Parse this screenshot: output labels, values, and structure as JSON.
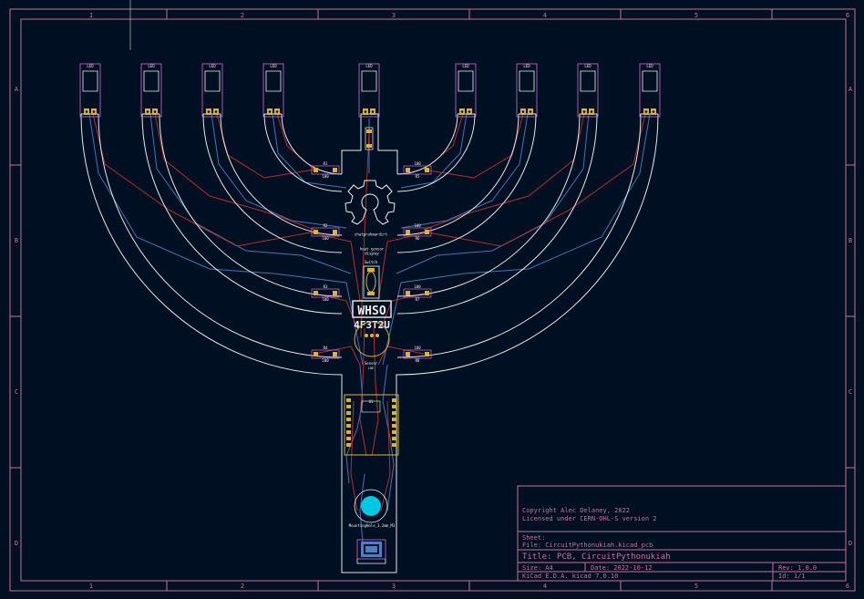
{
  "colors": {
    "background": "#001023",
    "frame": "#c9739a",
    "edge_cuts": "#e8e8e8",
    "front_copper": "#c0302b",
    "back_copper": "#4d7fc4",
    "pad": "#d7b23f",
    "silkscreen": "#f0f0f0",
    "courtyard": "#d46cd0",
    "drill_highlight": "#00c8e0"
  },
  "frame": {
    "columns_top": [
      "1",
      "2",
      "3",
      "4",
      "5",
      "6"
    ],
    "columns_bottom": [
      "1",
      "2",
      "3",
      "4",
      "5",
      "6"
    ],
    "rows_left": [
      "A",
      "B",
      "C",
      "D"
    ],
    "rows_right": [
      "A",
      "B",
      "C",
      "D"
    ]
  },
  "board": {
    "led_label": "LED",
    "center_led_label": "LED",
    "resistor_labels": [
      "R1",
      "R2",
      "R3",
      "R4",
      "R5",
      "R6",
      "R7",
      "R8"
    ],
    "resistor_values": [
      "100",
      "100",
      "100",
      "100",
      "100",
      "100",
      "100",
      "100"
    ],
    "logo_text": "WHSO",
    "logo_subtext": "4F3T2U",
    "mount_label": "MountingHole_3.2mm_M3",
    "switch_label": "Switch",
    "mcu_label": "U1"
  },
  "title_block": {
    "copyright": "Copyright Alec Delaney, 2022",
    "license": "Licensed under CERN-OHL-S version 2",
    "sheet_label": "Sheet:",
    "file": "File: CircuitPythonukiah.kicad_pcb",
    "title": "Title: PCB, CircuitPythonukiah",
    "size": "Size: A4",
    "date": "Date: 2022-10-12",
    "rev": "Rev: 1.0.0",
    "tool": "KiCad E.D.A.  kicad 7.0.10",
    "id": "Id: 1/1"
  }
}
